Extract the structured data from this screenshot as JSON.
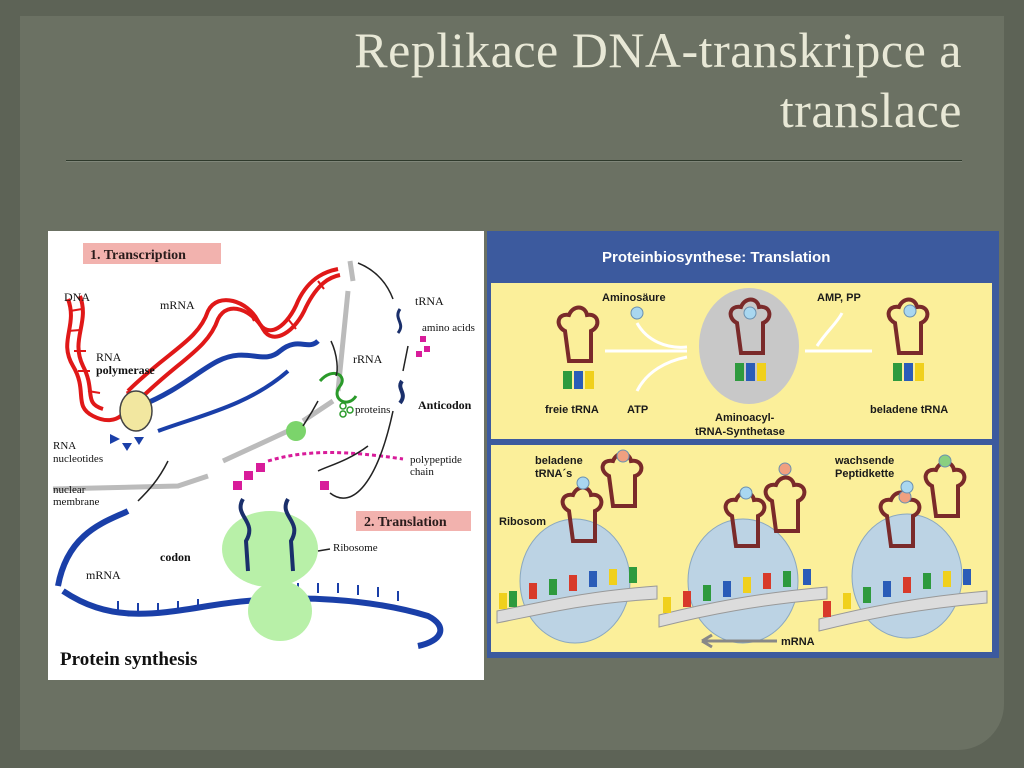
{
  "slide": {
    "title_line1": "Replikace DNA-transkripce a",
    "title_line2": "translace"
  },
  "left_figure": {
    "transcription_label": "1. Transcription",
    "translation_label": "2. Translation",
    "caption": "Protein synthesis",
    "labels": {
      "dna": "DNA",
      "mrna_top": "mRNA",
      "rna_polymerase_1": "RNA",
      "rna_polymerase_2": "polymerase",
      "rna_nucleotides_1": "RNA",
      "rna_nucleotides_2": "nucleotides",
      "nuclear_membrane_1": "nuclear",
      "nuclear_membrane_2": "membrane",
      "mrna_bottom": "mRNA",
      "codon": "codon",
      "trna": "tRNA",
      "amino_acids": "amino acids",
      "rrna": "rRNA",
      "proteins": "proteins",
      "anticodon": "Anticodon",
      "polypeptide_chain_1": "polypeptide",
      "polypeptide_chain_2": "chain",
      "ribosome": "Ribosome"
    }
  },
  "right_figure": {
    "header": "Proteinbiosynthese: Translation",
    "top_panel": {
      "aminosaeure": "Aminosäure",
      "amp_pp": "AMP, PP",
      "freie_trna": "freie tRNA",
      "atp": "ATP",
      "synthetase_1": "Aminoacyl-",
      "synthetase_2": "tRNA-Synthetase",
      "beladene_trna": "beladene tRNA"
    },
    "bottom_panel": {
      "beladene_trnas_1": "beladene",
      "beladene_trnas_2": "tRNA´s",
      "ribosom": "Ribosom",
      "wachsende_1": "wachsende",
      "wachsende_2": "Peptidkette",
      "mrna": "mRNA"
    }
  },
  "colors": {
    "slide_background": "#6b7163",
    "title_text": "#e8e8d6",
    "dna_red": "#e01818",
    "mrna_blue": "#1a3fa8",
    "ribosome_green": "#b8f0a8",
    "label_box_pink": "#f2b2ae",
    "right_header_bg": "#3c5a9e",
    "right_panel_yellow": "#fbef9a",
    "ribosome_blue": "#bcd3e4"
  }
}
